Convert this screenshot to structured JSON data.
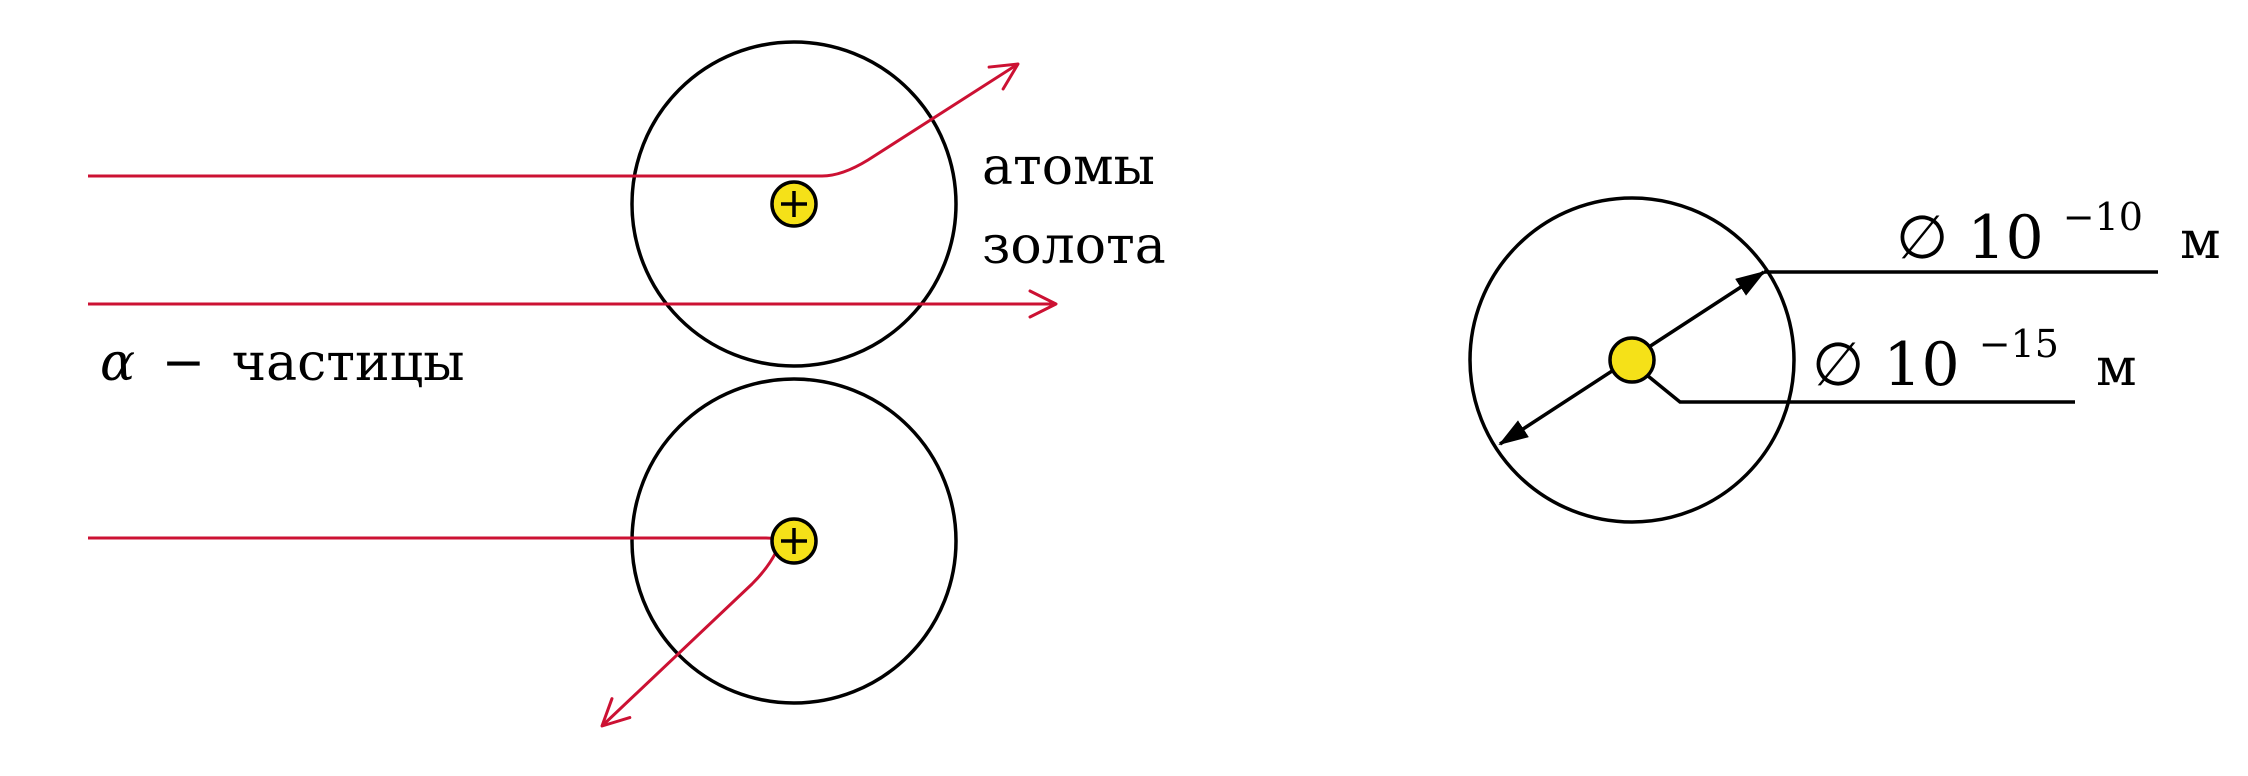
{
  "colors": {
    "trajectory": "#cc1133",
    "nucleus_fill": "#f5e118",
    "outline": "#000000",
    "background": "#ffffff"
  },
  "icons": {
    "nucleus": "plus-sign-circle-icon",
    "arrow": "open-arrowhead-icon",
    "diameter": "diameter-sign"
  },
  "labels": {
    "gold_atoms_line1": "атомы",
    "gold_atoms_line2": "золота",
    "alpha_symbol": "α",
    "alpha_dash": "−",
    "alpha_word": "частицы",
    "nucleus_sign": "+"
  },
  "dimensions": {
    "atom": {
      "symbol": "∅",
      "mantissa": "10",
      "exponent": "−10",
      "unit": "м"
    },
    "nucleus": {
      "symbol": "∅",
      "mantissa": "10",
      "exponent": "−15",
      "unit": "м"
    }
  }
}
